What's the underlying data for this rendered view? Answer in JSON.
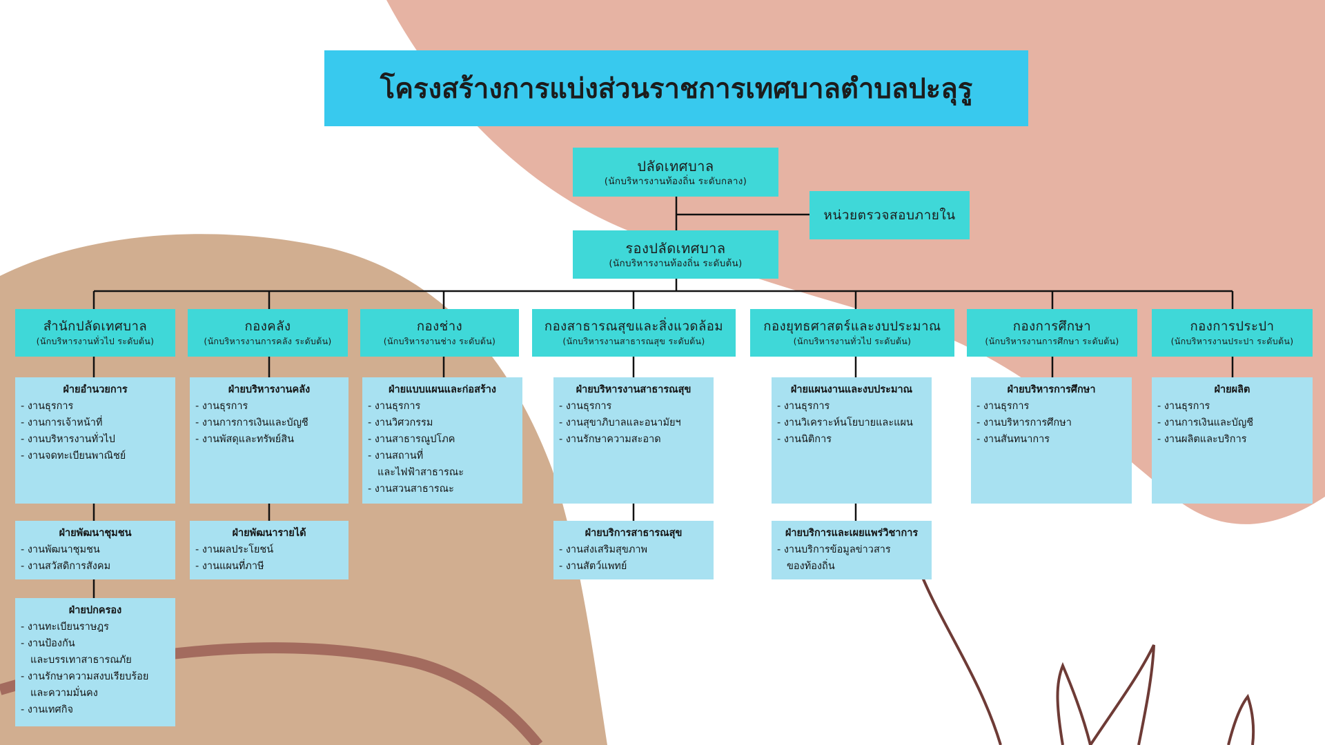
{
  "title": "โครงสร้างการแบ่งส่วนราชการเทศบาลตำบลปะลุรู",
  "top": {
    "name": "ปลัดเทศบาล",
    "sub": "(นักบริหารงานท้องถิ่น ระดับกลาง)"
  },
  "audit": "หน่วยตรวจสอบภายใน",
  "deputy": {
    "name": "รองปลัดเทศบาล",
    "sub": "(นักบริหารงานท้องถิ่น ระดับต้น)"
  },
  "divisions": [
    {
      "name": "สำนักปลัดเทศบาล",
      "sub": "(นักบริหารงานทั่วไป ระดับต้น)",
      "sections": [
        {
          "head": "ฝ่ายอำนวยการ",
          "items": [
            "- งานธุรการ",
            "- งานการเจ้าหน้าที่",
            "- งานบริหารงานทั่วไป",
            "- งานจดทะเบียนพาณิชย์"
          ]
        },
        {
          "head": "ฝ่ายพัฒนาชุมชน",
          "items": [
            "- งานพัฒนาชุมชน",
            "- งานสวัสดิการสังคม"
          ]
        },
        {
          "head": "ฝ่ายปกครอง",
          "items": [
            "- งานทะเบียนราษฎร",
            "- งานป้องกัน",
            "และบรรเทาสาธารณภัย",
            "- งานรักษาความสงบเรียบร้อย",
            "และความมั่นคง",
            "- งานเทศกิจ"
          ]
        }
      ]
    },
    {
      "name": "กองคลัง",
      "sub": "(นักบริหารงานการคลัง ระดับต้น)",
      "sections": [
        {
          "head": "ฝ่ายบริหารงานคลัง",
          "items": [
            "- งานธุรการ",
            "- งานการการเงินและบัญชี",
            "- งานพัสดุและทรัพย์สิน"
          ]
        },
        {
          "head": "ฝ่ายพัฒนารายได้",
          "items": [
            "- งานผลประโยชน์",
            "- งานแผนที่ภาษี"
          ]
        }
      ]
    },
    {
      "name": "กองช่าง",
      "sub": "(นักบริหารงานช่าง ระดับต้น)",
      "sections": [
        {
          "head": "ฝ่ายแบบแผนและก่อสร้าง",
          "items": [
            "- งานธุรการ",
            "- งานวิศวกรรม",
            "- งานสาธารณูปโภค",
            "- งานสถานที่",
            "และไฟฟ้าสาธารณะ",
            "- งานสวนสาธารณะ"
          ]
        }
      ]
    },
    {
      "name": "กองสาธารณสุขและสิ่งแวดล้อม",
      "sub": "(นักบริหารงานสาธารณสุข ระดับต้น)",
      "sections": [
        {
          "head": "ฝ่ายบริหารงานสาธารณสุข",
          "items": [
            "- งานธุรการ",
            "- งานสุขาภิบาลและอนามัยฯ",
            "- งานรักษาความสะอาด"
          ]
        },
        {
          "head": "ฝ่ายบริการสาธารณสุข",
          "items": [
            "- งานส่งเสริมสุขภาพ",
            "- งานสัตว์แพทย์"
          ]
        }
      ]
    },
    {
      "name": "กองยุทธศาสตร์และงบประมาณ",
      "sub": "(นักบริหารงานทั่วไป ระดับต้น)",
      "sections": [
        {
          "head": "ฝ่ายแผนงานและงบประมาณ",
          "items": [
            "- งานธุรการ",
            "- งานวิเคราะห์นโยบายและแผน",
            "- งานนิติการ"
          ]
        },
        {
          "head": "ฝ่ายบริการและเผยแพร่วิชาการ",
          "items": [
            "- งานบริการข้อมูลข่าวสาร",
            "ของท้องถิ่น"
          ]
        }
      ]
    },
    {
      "name": "กองการศึกษา",
      "sub": "(นักบริหารงานการศึกษา ระดับต้น)",
      "sections": [
        {
          "head": "ฝ่ายบริหารการศึกษา",
          "items": [
            "- งานธุรการ",
            "- งานบริหารการศึกษา",
            "- งานสันทนาการ"
          ]
        }
      ]
    },
    {
      "name": "กองการประปา",
      "sub": "(นักบริหารงานประปา ระดับต้น)",
      "sections": [
        {
          "head": "ฝ่ายผลิต",
          "items": [
            "- งานธุรการ",
            "- งานการเงินและบัญชี",
            "- งานผลิตและบริการ"
          ]
        }
      ]
    }
  ]
}
